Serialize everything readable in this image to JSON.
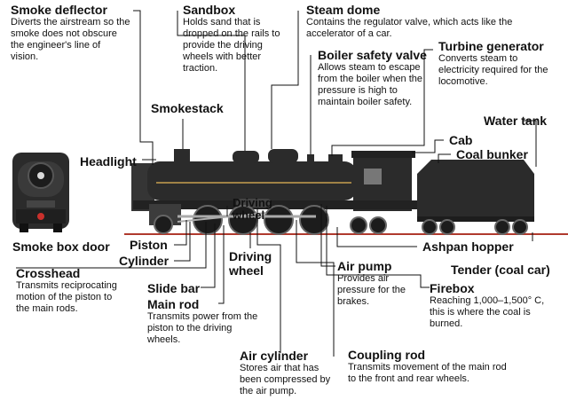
{
  "labels": {
    "smoke_deflector": {
      "title": "Smoke deflector",
      "desc": "Diverts the airstream so the smoke does not obscure the engineer's line of vision."
    },
    "sandbox": {
      "title": "Sandbox",
      "desc": "Holds sand that is dropped on the rails to provide the driving wheels with better traction."
    },
    "steam_dome": {
      "title": "Steam dome",
      "desc": "Contains the regulator valve, which acts like the accelerator of a car."
    },
    "boiler_safety_valve": {
      "title": "Boiler safety valve",
      "desc": "Allows steam to escape from the boiler when the pressure is high to maintain boiler safety."
    },
    "turbine_generator": {
      "title": "Turbine generator",
      "desc": "Converts steam to electricity required for the locomotive."
    },
    "smokestack": {
      "title": "Smokestack"
    },
    "water_tank": {
      "title": "Water tank"
    },
    "headlight": {
      "title": "Headlight"
    },
    "cab": {
      "title": "Cab"
    },
    "coal_bunker": {
      "title": "Coal bunker"
    },
    "driving_wheel_top": {
      "title": "Driving wheel"
    },
    "smoke_box_door": {
      "title": "Smoke box door"
    },
    "piston": {
      "title": "Piston"
    },
    "cylinder": {
      "title": "Cylinder"
    },
    "ashpan_hopper": {
      "title": "Ashpan hopper"
    },
    "driving_wheel": {
      "title": "Driving wheel"
    },
    "tender": {
      "title": "Tender (coal car)"
    },
    "crosshead": {
      "title": "Crosshead",
      "desc": "Transmits reciprocating motion of the piston to the main rods."
    },
    "air_pump": {
      "title": "Air pump",
      "desc": "Provides air pressure for the brakes."
    },
    "firebox": {
      "title": "Firebox",
      "desc": "Reaching 1,000–1,500° C, this is where the coal is burned."
    },
    "slide_bar": {
      "title": "Slide bar"
    },
    "main_rod": {
      "title": "Main rod",
      "desc": "Transmits power from the piston to the driving wheels."
    },
    "air_cylinder": {
      "title": "Air cylinder",
      "desc": "Stores air that has been compressed by the air pump."
    },
    "coupling_rod": {
      "title": "Coupling rod",
      "desc": "Transmits movement of the main rod to the front and rear wheels."
    }
  },
  "colors": {
    "locomotive": "#2b2b2b",
    "rail": "#b03a2e",
    "lines": "#111111",
    "trim": "#c8a050"
  },
  "icons": {
    "front_view": "locomotive-front-icon",
    "side_view": "locomotive-side-icon"
  }
}
